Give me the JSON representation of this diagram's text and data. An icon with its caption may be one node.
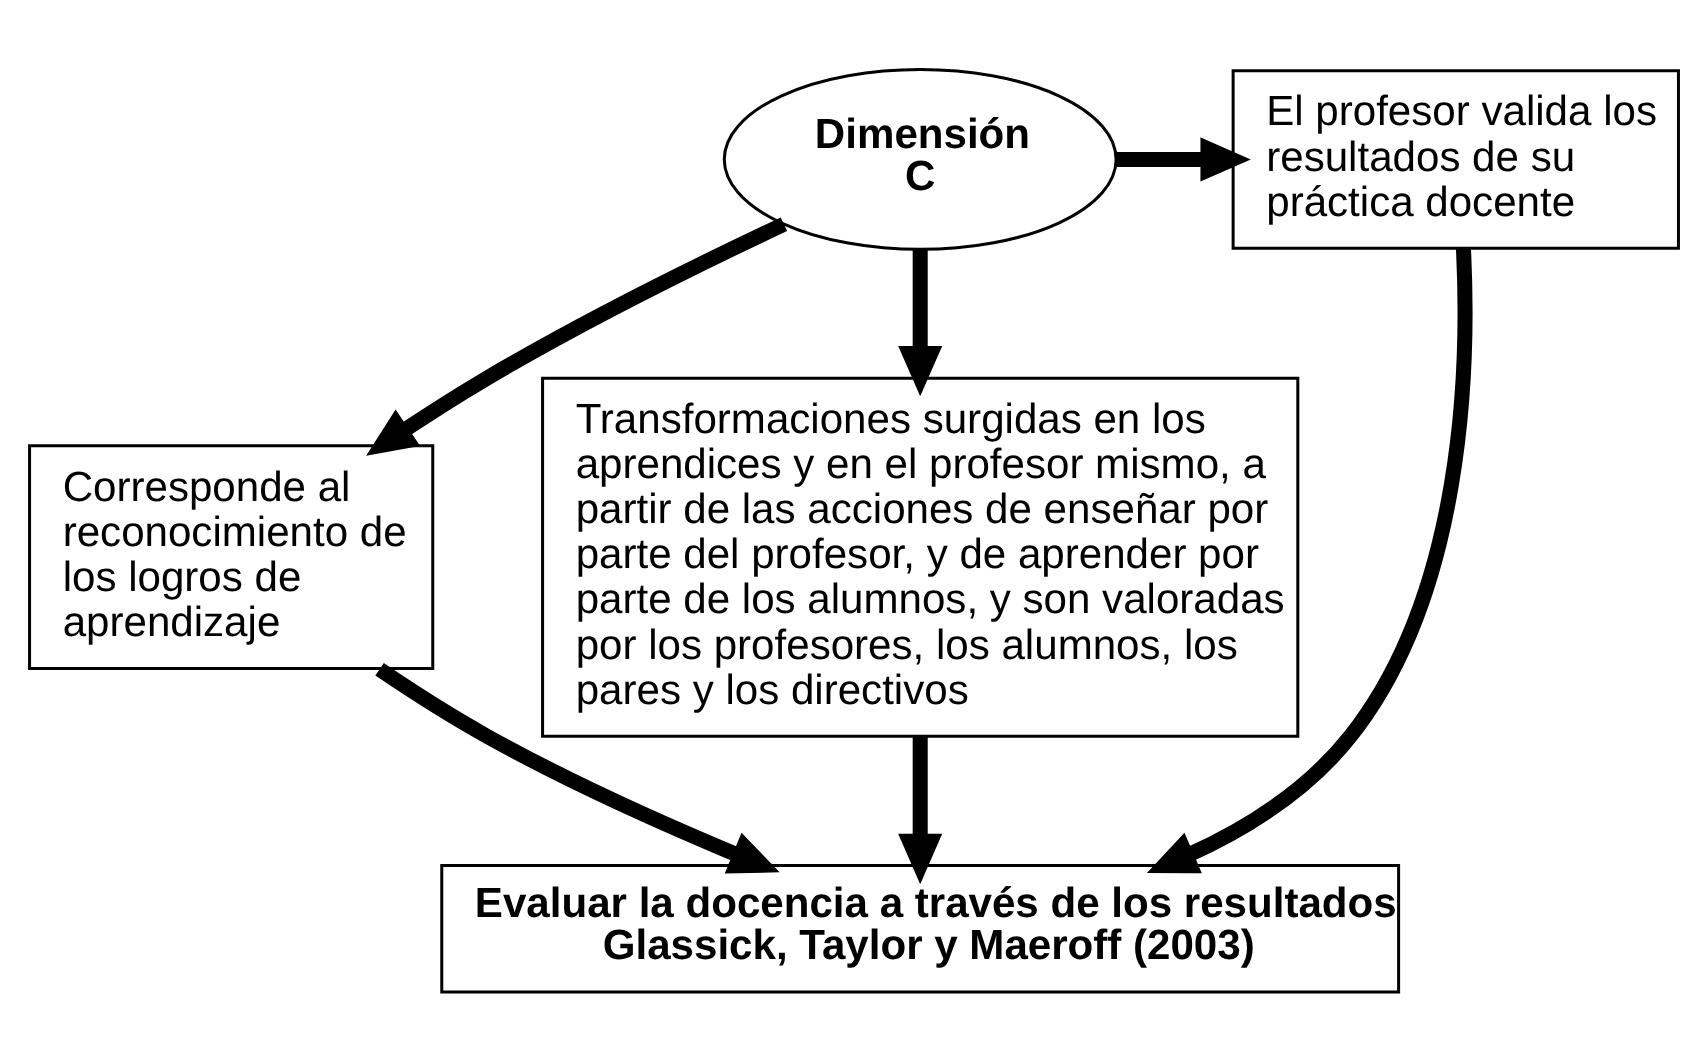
{
  "diagram": {
    "nodes": [
      {
        "text": [
          "Dimensión C"
        ]
      },
      {
        "text": [
          "El profesor valida los resultados de su práctica docente"
        ]
      },
      {
        "text": [
          "Corresponde al reconocimiento de los logros de aprendizaje"
        ]
      },
      {
        "text": [
          "Transformaciones surgidas en los aprendices y en el profesor mismo, a partir de las acciones de enseñar por parte del profesor, y de aprender por parte de los alumnos, y son valoradas por los profesores, los alumnos, los pares y los directivos"
        ]
      },
      {
        "text": [
          "Evaluar la docencia a través de los resultados Glassick, Taylor y Maeroff (2003)"
        ]
      }
    ],
    "edges": [
      {
        "from": 0,
        "to": 1,
        "arrow": "to"
      },
      {
        "from": 0,
        "to": 2,
        "arrow": "to"
      },
      {
        "from": 0,
        "to": 3,
        "arrow": "to"
      },
      {
        "from": 2,
        "to": 4,
        "arrow": "to"
      },
      {
        "from": 3,
        "to": 4,
        "arrow": "to"
      },
      {
        "from": 1,
        "to": 4,
        "arrow": "to"
      }
    ]
  }
}
